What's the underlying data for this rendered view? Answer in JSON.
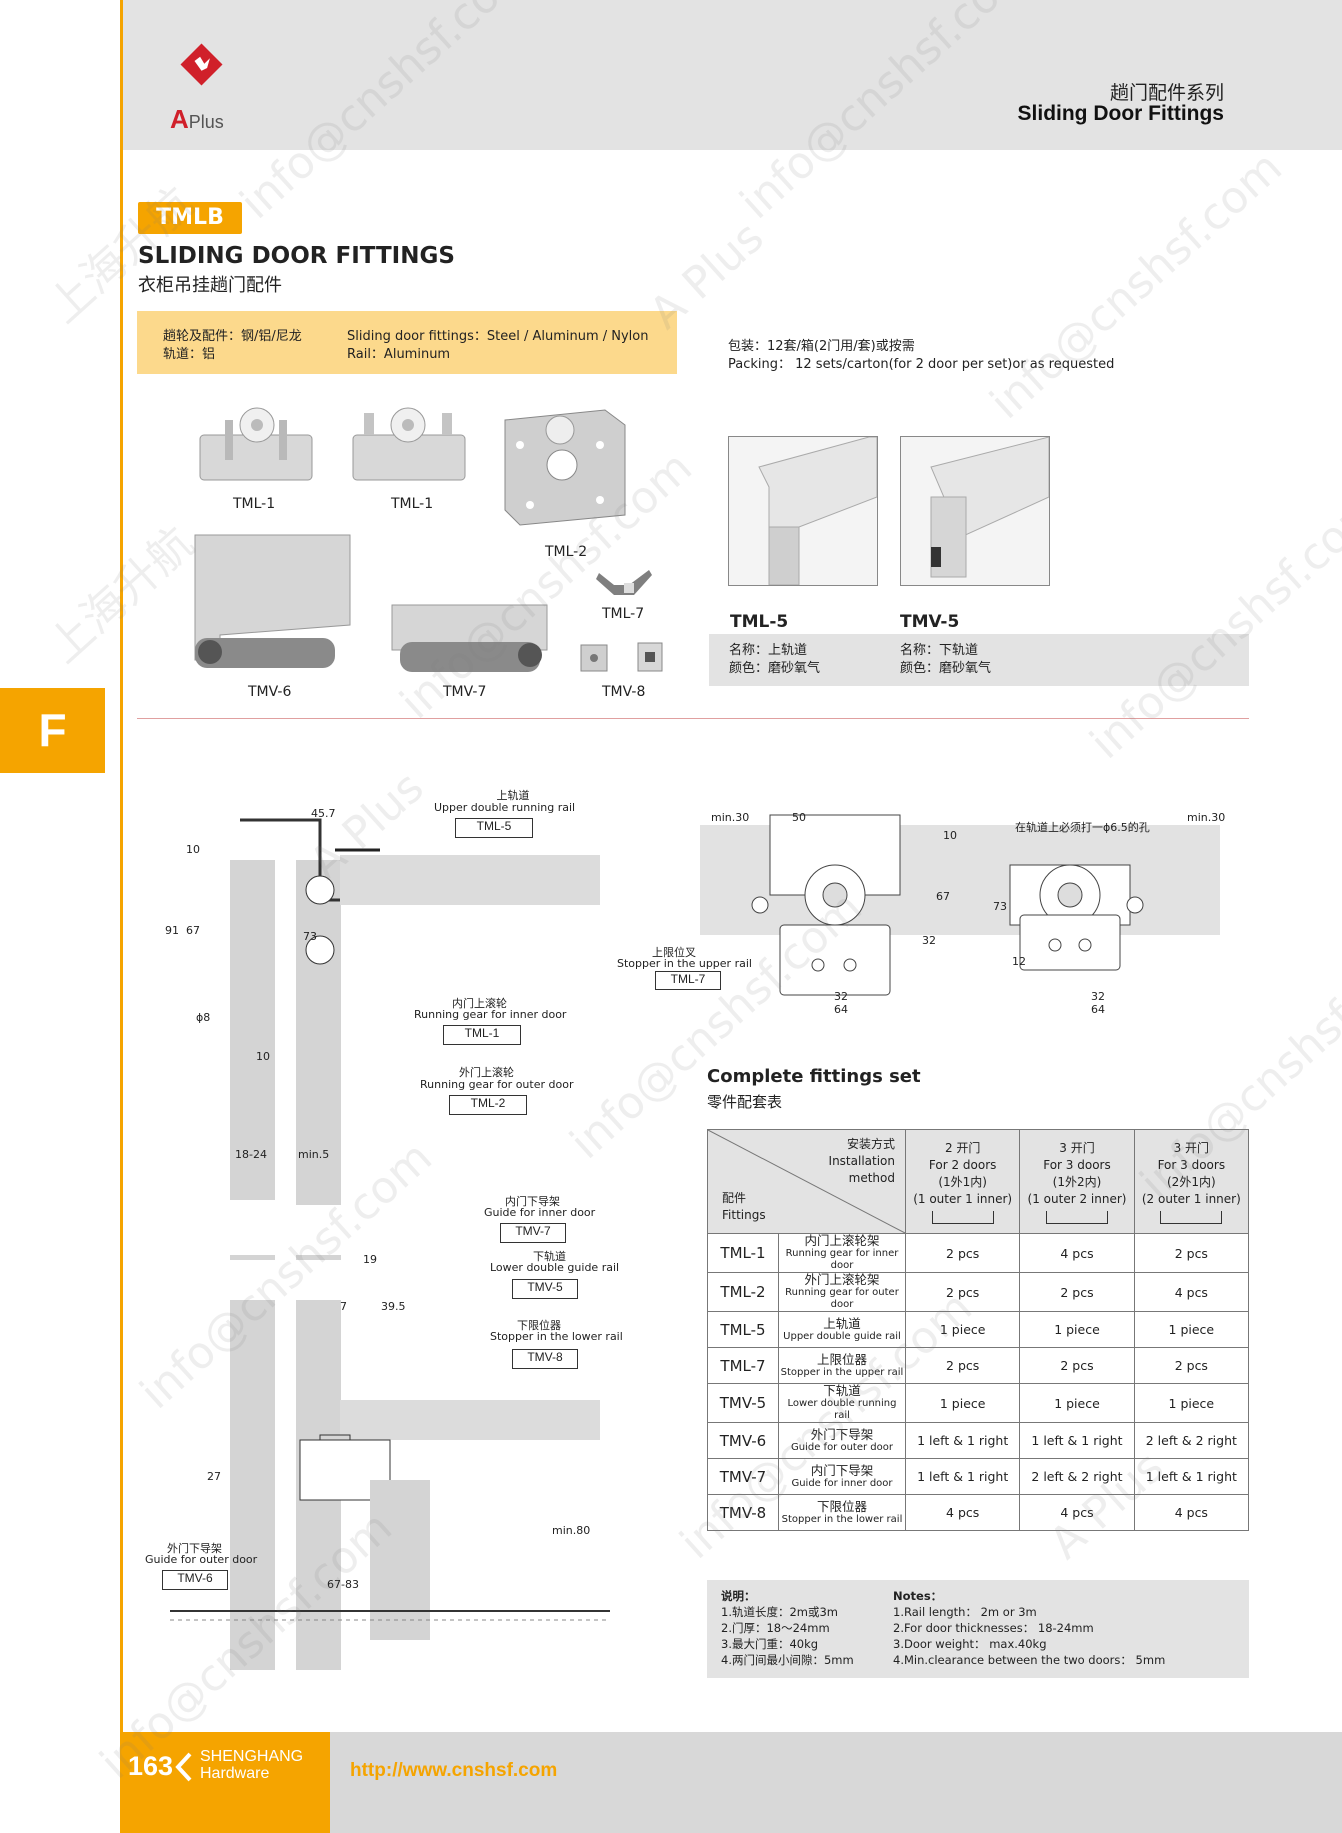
{
  "header": {
    "series_cn": "趟门配件系列",
    "series_en": "Sliding Door Fittings",
    "logo_text": "A",
    "logo_sub": "Plus"
  },
  "product": {
    "code": "TMLB",
    "title_en": "SLIDING DOOR FITTINGS",
    "title_cn": "衣柜吊挂趟门配件",
    "spec_cn_1": "趟轮及配件：钢/铝/尼龙",
    "spec_cn_2": "轨道：铝",
    "spec_en_1": "Sliding door fittings：Steel / Aluminum / Nylon",
    "spec_en_2": "Rail：Aluminum",
    "packing_cn": "包装：12套/箱(2门用/套)或按需",
    "packing_en": "Packing： 12  sets/carton(for 2 door per set)or as requested"
  },
  "images": {
    "tml1a": "TML-1",
    "tml1b": "TML-1",
    "tml2": "TML-2",
    "tml7": "TML-7",
    "tmv6": "TMV-6",
    "tmv7": "TMV-7",
    "tmv8": "TMV-8"
  },
  "rails": {
    "tml5": {
      "name": "TML-5",
      "line1": "名称：上轨道",
      "line2": "颜色：磨砂氧气"
    },
    "tmv5": {
      "name": "TMV-5",
      "line1": "名称：下轨道",
      "line2": "颜色：磨砂氧气"
    }
  },
  "side_tab": "F",
  "drawing_left": {
    "d45": "45.7",
    "d10a": "10",
    "d91": "91",
    "d67": "67",
    "d73": "73",
    "phi8": "ϕ8",
    "d10b": "10",
    "d1824": "18-24",
    "min5": "min.5",
    "d19": "19",
    "d7": "7",
    "d395": "39.5",
    "d27": "27",
    "min80": "min.80",
    "d6783": "67-83",
    "upper_cn": "上轨道",
    "upper_en": "Upper double running rail",
    "upper_code": "TML-5",
    "rg_in_cn": "内门上滚轮",
    "rg_in_en": "Running gear for inner door",
    "rg_in_code": "TML-1",
    "rg_out_cn": "外门上滚轮",
    "rg_out_en": "Running gear for outer door",
    "rg_out_code": "TML-2",
    "gi_cn": "内门下导架",
    "gi_en": "Guide for inner door",
    "gi_code": "TMV-7",
    "lr_cn": "下轨道",
    "lr_en": "Lower double guide rail",
    "lr_code": "TMV-5",
    "sl_cn": "下限位器",
    "sl_en": "Stopper in the lower rail",
    "sl_code": "TMV-8",
    "go_cn": "外门下导架",
    "go_en": "Guide for outer door",
    "go_code": "TMV-6"
  },
  "drawing_top": {
    "min30a": "min.30",
    "d50": "50",
    "d10": "10",
    "d67": "67",
    "d32a": "32",
    "d32b": "32",
    "d64a": "64",
    "d73": "73",
    "d12": "12",
    "d32c": "32",
    "d64b": "64",
    "min30b": "min.30",
    "hole_note": "在轨道上必须打一ϕ6.5的孔",
    "stop_cn": "上限位叉",
    "stop_en": "Stopper in the upper rail",
    "stop_code": "TML-7"
  },
  "fittings": {
    "title_en": "Complete fittings set",
    "title_cn": "零件配套表",
    "hdr_install_cn": "安装方式",
    "hdr_install_en_1": "Installation",
    "hdr_install_en_2": "method",
    "hdr_part_cn": "配件",
    "hdr_part_en": "Fittings",
    "columns": [
      {
        "cn": "2 开门",
        "en": "For 2 doors",
        "sub_cn": "(1外1内)",
        "sub_en": "(1 outer 1 inner)"
      },
      {
        "cn": "3 开门",
        "en": "For 3 doors",
        "sub_cn": "(1外2内)",
        "sub_en": "(1 outer 2 inner)"
      },
      {
        "cn": "3 开门",
        "en": "For 3 doors",
        "sub_cn": "(2外1内)",
        "sub_en": "(2 outer 1 inner)"
      }
    ],
    "rows": [
      {
        "code": "TML-1",
        "cn": "内门上滚轮架",
        "en": "Running gear for inner door",
        "v": [
          "2 pcs",
          "4 pcs",
          "2 pcs"
        ]
      },
      {
        "code": "TML-2",
        "cn": "外门上滚轮架",
        "en": "Running gear for outer door",
        "v": [
          "2 pcs",
          "2 pcs",
          "4 pcs"
        ]
      },
      {
        "code": "TML-5",
        "cn": "上轨道",
        "en": "Upper double guide rail",
        "v": [
          "1 piece",
          "1 piece",
          "1 piece"
        ]
      },
      {
        "code": "TML-7",
        "cn": "上限位器",
        "en": "Stopper in the upper rail",
        "v": [
          "2 pcs",
          "2 pcs",
          "2 pcs"
        ]
      },
      {
        "code": "TMV-5",
        "cn": "下轨道",
        "en": "Lower double running rail",
        "v": [
          "1 piece",
          "1 piece",
          "1 piece"
        ]
      },
      {
        "code": "TMV-6",
        "cn": "外门下导架",
        "en": "Guide for outer door",
        "v": [
          "1 left & 1 right",
          "1 left & 1 right",
          "2 left & 2 right"
        ]
      },
      {
        "code": "TMV-7",
        "cn": "内门下导架",
        "en": "Guide for inner door",
        "v": [
          "1 left & 1 right",
          "2 left & 2 right",
          "1 left & 1 right"
        ]
      },
      {
        "code": "TMV-8",
        "cn": "下限位器",
        "en": "Stopper in the lower rail",
        "v": [
          "4 pcs",
          "4 pcs",
          "4 pcs"
        ]
      }
    ]
  },
  "notes": {
    "cn_title": "说明：",
    "cn": [
      "1.轨道长度：2m或3m",
      "2.门厚：18～24mm",
      "3.最大门重：40kg",
      "4.两门间最小间隙：5mm"
    ],
    "en_title": "Notes：",
    "en": [
      "1.Rail length： 2m or 3m",
      "2.For door thicknesses： 18-24mm",
      "3.Door weight： max.40kg",
      "4.Min.clearance between the two doors： 5mm"
    ]
  },
  "footer": {
    "page": "163",
    "brand1": "SHENGHANG",
    "brand2": "Hardware",
    "url": "http://www.cnshsf.com"
  },
  "watermark": {
    "text1": "info@cnshsf.com",
    "text2": "上海升航",
    "text3": "A Plus"
  }
}
